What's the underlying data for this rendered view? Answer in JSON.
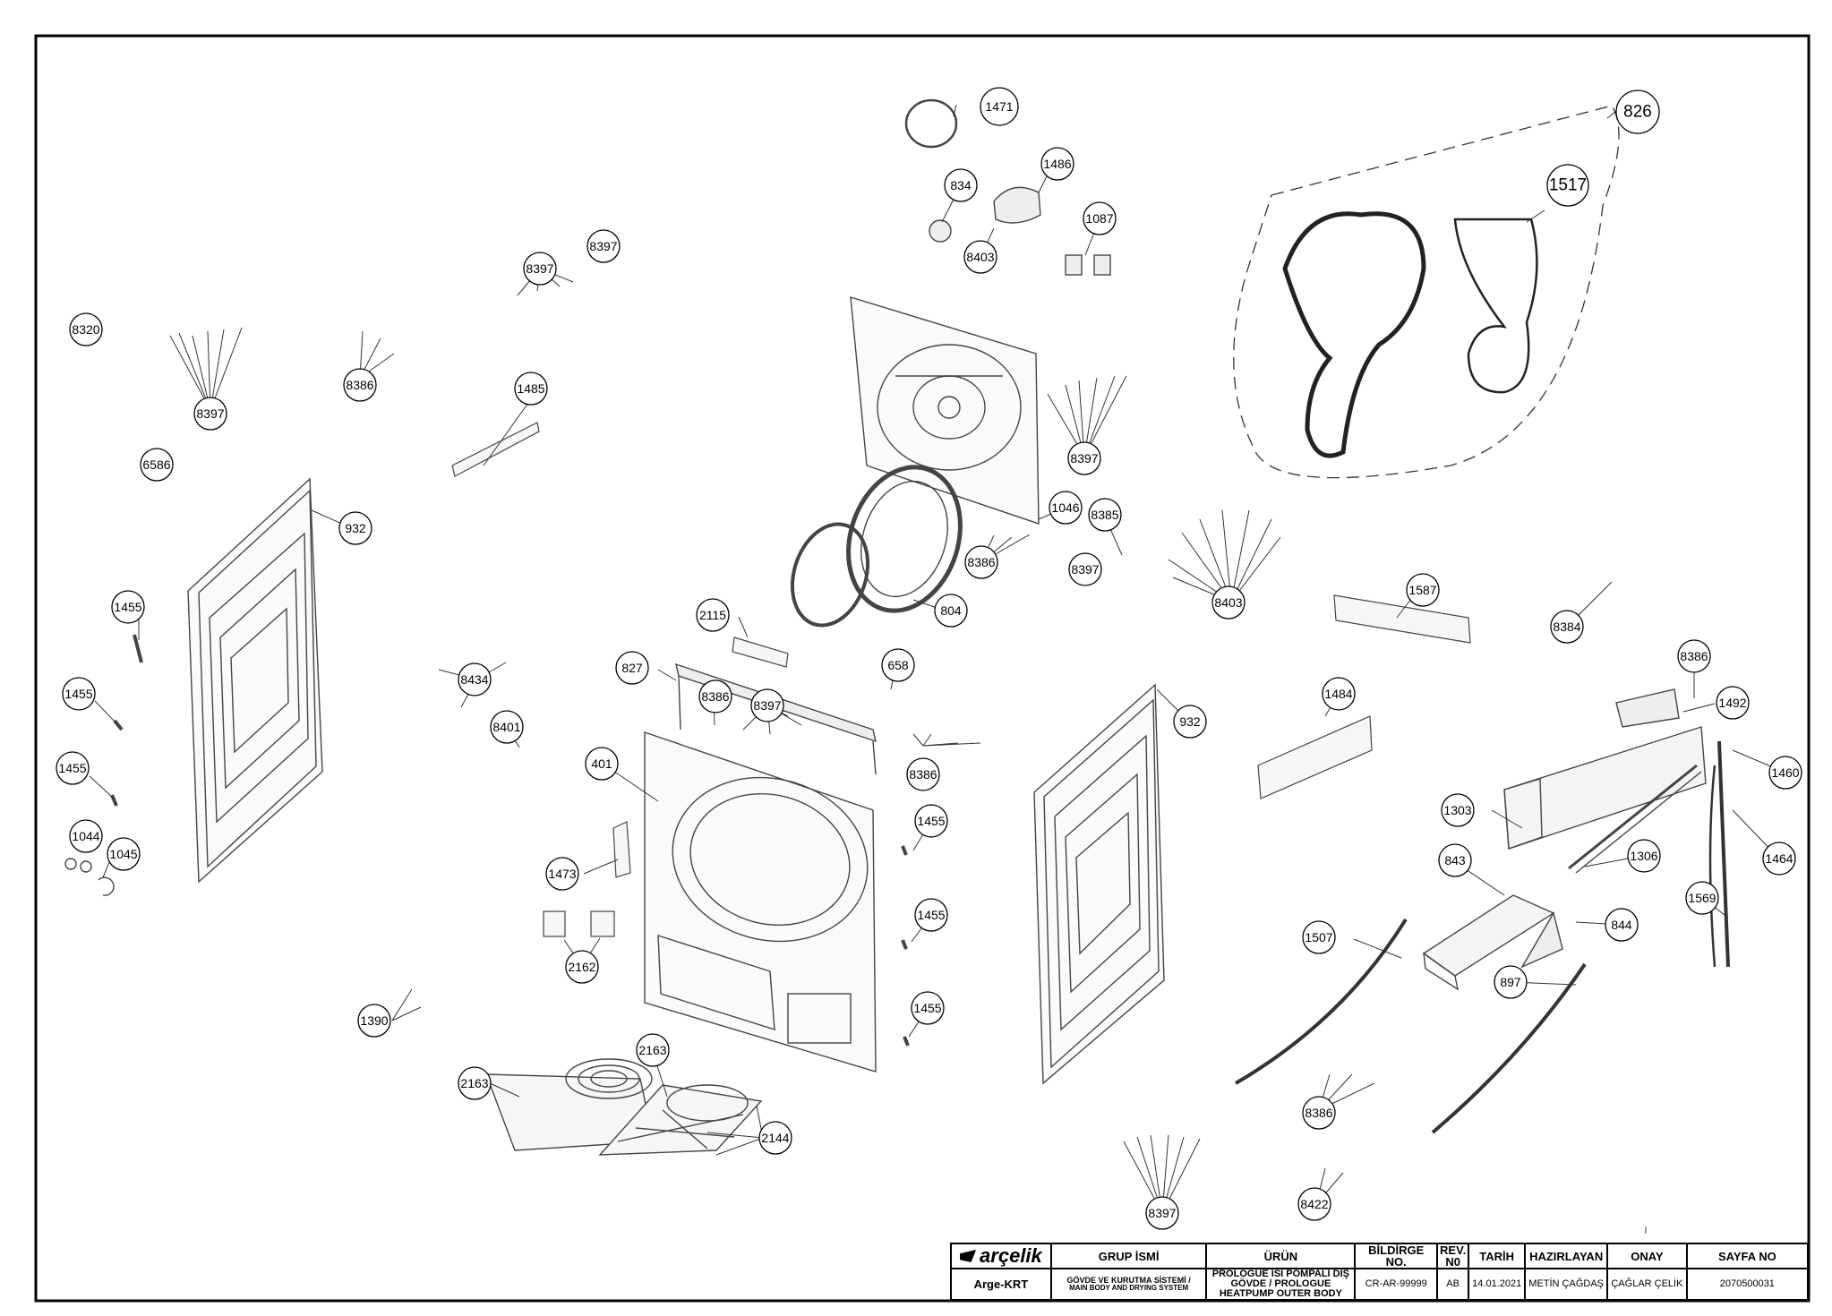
{
  "callouts": [
    {
      "id": "c-8320",
      "label": "8320"
    },
    {
      "id": "c-8397-a",
      "label": "8397"
    },
    {
      "id": "c-8386-a",
      "label": "8386"
    },
    {
      "id": "c-8397-b",
      "label": "8397"
    },
    {
      "id": "c-8397-c",
      "label": "8397"
    },
    {
      "id": "c-1485",
      "label": "1485"
    },
    {
      "id": "c-6586",
      "label": "6586"
    },
    {
      "id": "c-932-a",
      "label": "932"
    },
    {
      "id": "c-1455-a",
      "label": "1455"
    },
    {
      "id": "c-1455-b",
      "label": "1455"
    },
    {
      "id": "c-1455-c",
      "label": "1455"
    },
    {
      "id": "c-1044",
      "label": "1044"
    },
    {
      "id": "c-1045",
      "label": "1045"
    },
    {
      "id": "c-1471",
      "label": "1471"
    },
    {
      "id": "c-1486",
      "label": "1486"
    },
    {
      "id": "c-834",
      "label": "834"
    },
    {
      "id": "c-1087",
      "label": "1087"
    },
    {
      "id": "c-8403-a",
      "label": "8403"
    },
    {
      "id": "c-8397-d",
      "label": "8397"
    },
    {
      "id": "c-1046",
      "label": "1046"
    },
    {
      "id": "c-8385",
      "label": "8385"
    },
    {
      "id": "c-8386-b",
      "label": "8386"
    },
    {
      "id": "c-8397-e",
      "label": "8397"
    },
    {
      "id": "c-804",
      "label": "804"
    },
    {
      "id": "c-8403-b",
      "label": "8403"
    },
    {
      "id": "c-826",
      "label": "826"
    },
    {
      "id": "c-1517",
      "label": "1517"
    },
    {
      "id": "c-1587",
      "label": "1587"
    },
    {
      "id": "c-8384",
      "label": "8384"
    },
    {
      "id": "c-2115",
      "label": "2115"
    },
    {
      "id": "c-8434",
      "label": "8434"
    },
    {
      "id": "c-827",
      "label": "827"
    },
    {
      "id": "c-658",
      "label": "658"
    },
    {
      "id": "c-8386-c",
      "label": "8386"
    },
    {
      "id": "c-8397-f",
      "label": "8397"
    },
    {
      "id": "c-8401",
      "label": "8401"
    },
    {
      "id": "c-401",
      "label": "401"
    },
    {
      "id": "c-8386-d",
      "label": "8386"
    },
    {
      "id": "c-932-b",
      "label": "932"
    },
    {
      "id": "c-1484",
      "label": "1484"
    },
    {
      "id": "c-8386-e",
      "label": "8386"
    },
    {
      "id": "c-1492",
      "label": "1492"
    },
    {
      "id": "c-1460",
      "label": "1460"
    },
    {
      "id": "c-1303",
      "label": "1303"
    },
    {
      "id": "c-1455-d",
      "label": "1455"
    },
    {
      "id": "c-1473",
      "label": "1473"
    },
    {
      "id": "c-1306",
      "label": "1306"
    },
    {
      "id": "c-1464",
      "label": "1464"
    },
    {
      "id": "c-843",
      "label": "843"
    },
    {
      "id": "c-1455-e",
      "label": "1455"
    },
    {
      "id": "c-1569",
      "label": "1569"
    },
    {
      "id": "c-844",
      "label": "844"
    },
    {
      "id": "c-1507",
      "label": "1507"
    },
    {
      "id": "c-2162",
      "label": "2162"
    },
    {
      "id": "c-897",
      "label": "897"
    },
    {
      "id": "c-1455-f",
      "label": "1455"
    },
    {
      "id": "c-1390",
      "label": "1390"
    },
    {
      "id": "c-2163-a",
      "label": "2163"
    },
    {
      "id": "c-2163-b",
      "label": "2163"
    },
    {
      "id": "c-8386-f",
      "label": "8386"
    },
    {
      "id": "c-2144",
      "label": "2144"
    },
    {
      "id": "c-8397-g",
      "label": "8397"
    },
    {
      "id": "c-8422",
      "label": "8422"
    }
  ],
  "title_block": {
    "logo_text": "arçelik",
    "dept": "Arge-KRT",
    "headers": {
      "group": "GRUP İSMİ",
      "product": "ÜRÜN",
      "bildirge": "BİLDİRGE NO.",
      "rev": "REV. N0",
      "date": "TARİH",
      "prepared": "HAZIRLAYAN",
      "approval": "ONAY",
      "page": "SAYFA NO"
    },
    "values": {
      "group_line1": "GÖVDE VE KURUTMA SİSTEMİ /",
      "group_line2": "MAIN BODY AND DRYING SYSTEM",
      "product": "PROLOGUE ISI POMPALI DIŞ GÖVDE / PROLOGUE HEATPUMP OUTER BODY",
      "bildirge": "CR-AR-99999",
      "rev": "AB",
      "date": "14.01.2021",
      "prepared": "METİN ÇAĞDAŞ",
      "approval": "ÇAĞLAR ÇELİK",
      "page": "2070500031"
    }
  }
}
